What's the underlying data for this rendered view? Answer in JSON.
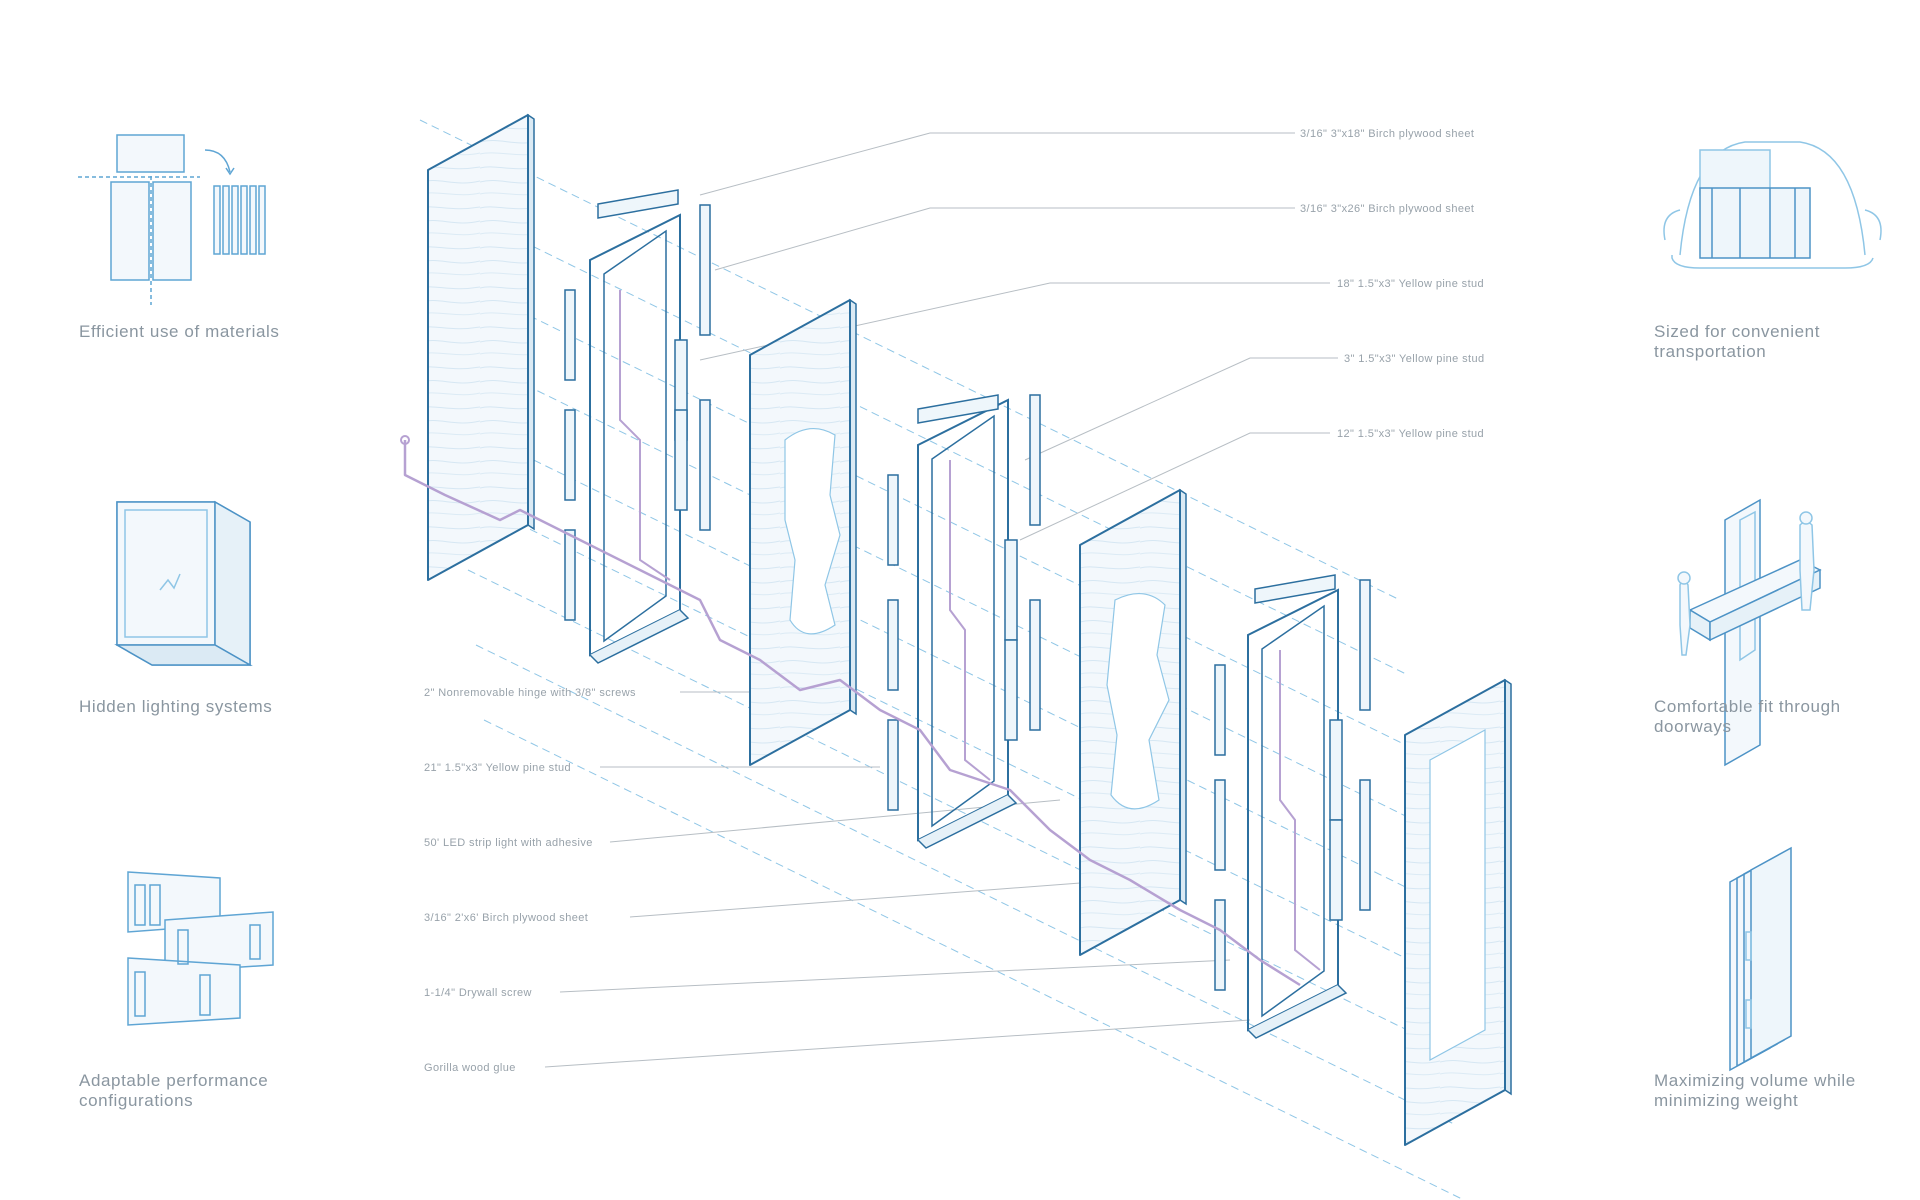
{
  "colors": {
    "outline": "#2c6f9f",
    "light_line": "#8fc6e6",
    "panel_fill": "#eef6fb",
    "led_wire": "#b6a1d2",
    "leader": "#b7bec4",
    "label_text": "#8a96a0"
  },
  "features_left": [
    {
      "icon": "material-cutting-icon",
      "lines": [
        "Efficient use of materials"
      ]
    },
    {
      "icon": "hidden-lighting-icon",
      "lines": [
        "Hidden lighting systems"
      ]
    },
    {
      "icon": "performance-configurations-icon",
      "lines": [
        "Adaptable performance",
        "configurations"
      ]
    }
  ],
  "features_right": [
    {
      "icon": "car-trunk-icon",
      "lines": [
        "Sized for convenient",
        "transportation"
      ]
    },
    {
      "icon": "doorway-fit-icon",
      "lines": [
        "Comfortable fit through",
        "doorways"
      ]
    },
    {
      "icon": "stacked-panels-icon",
      "lines": [
        "Maximizing volume while",
        "minimizing weight"
      ]
    }
  ],
  "callouts_right": [
    "3/16\" 3\"x18\" Birch plywood sheet",
    "3/16\" 3\"x26\" Birch plywood sheet",
    "18\" 1.5\"x3\" Yellow pine stud",
    "3\" 1.5\"x3\" Yellow pine stud",
    "12\" 1.5\"x3\" Yellow pine stud"
  ],
  "callouts_left": [
    "2\" Nonremovable hinge with 3/8\" screws",
    "21\" 1.5\"x3\" Yellow pine stud",
    "50' LED strip light with adhesive",
    "3/16\" 2'x6' Birch plywood sheet",
    "1-1/4\" Drywall screw",
    "Gorilla wood glue"
  ]
}
